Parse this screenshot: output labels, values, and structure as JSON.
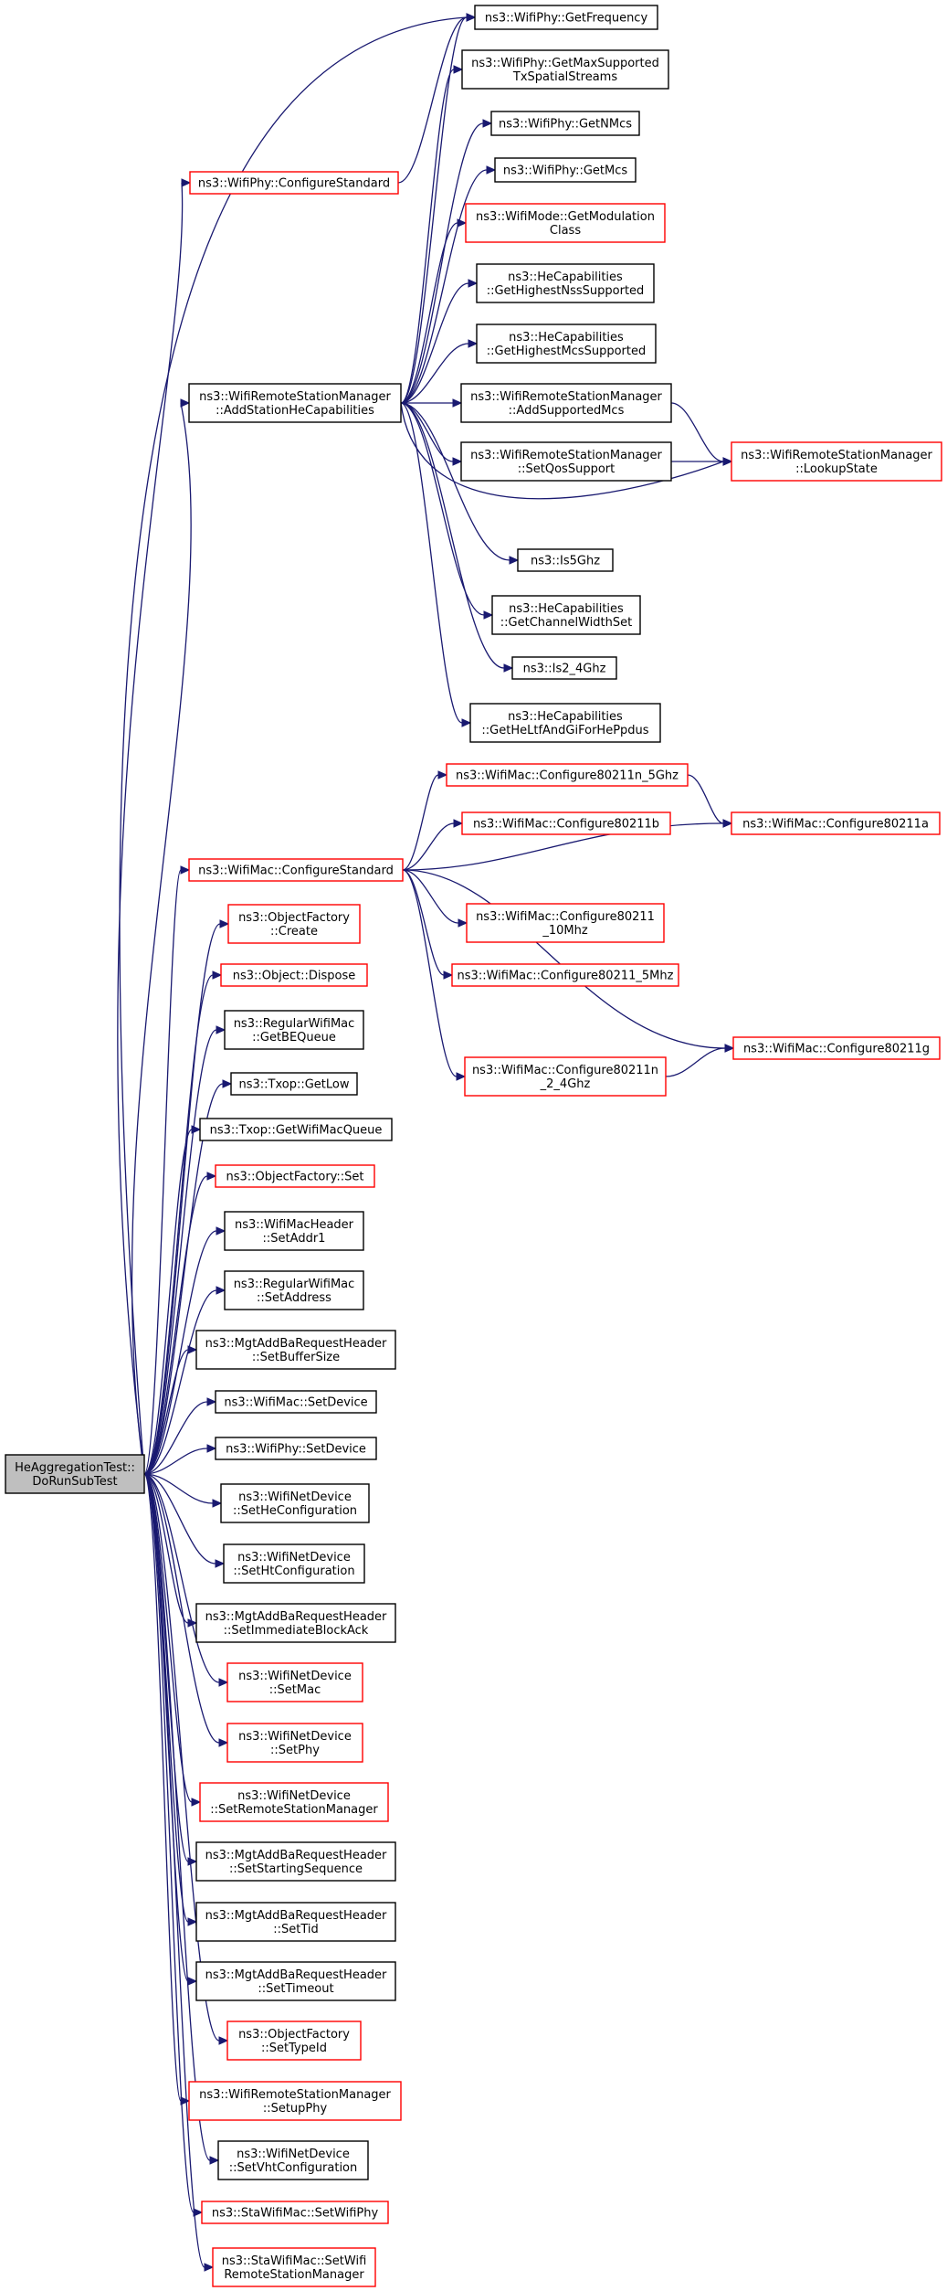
{
  "colors": {
    "edge": "#191970",
    "node_border_normal": "#000000",
    "node_border_truncated": "#ff0000",
    "root_fill": "#bfbfbf"
  },
  "graph": {
    "nodes": [
      {
        "id": "root",
        "lines": [
          "HeAggregationTest::",
          "DoRunSubTest"
        ],
        "kind": "root"
      },
      {
        "id": "n_cfgstd_phy",
        "lines": [
          "ns3::WifiPhy::ConfigureStandard"
        ],
        "kind": "red"
      },
      {
        "id": "n_getfreq",
        "lines": [
          "ns3::WifiPhy::GetFrequency"
        ],
        "kind": "black"
      },
      {
        "id": "n_getmaxss",
        "lines": [
          "ns3::WifiPhy::GetMaxSupported",
          "TxSpatialStreams"
        ],
        "kind": "black"
      },
      {
        "id": "n_getnmcs",
        "lines": [
          "ns3::WifiPhy::GetNMcs"
        ],
        "kind": "black"
      },
      {
        "id": "n_getmcs",
        "lines": [
          "ns3::WifiPhy::GetMcs"
        ],
        "kind": "black"
      },
      {
        "id": "n_getmodclass",
        "lines": [
          "ns3::WifiMode::GetModulation",
          "Class"
        ],
        "kind": "red"
      },
      {
        "id": "n_highnss",
        "lines": [
          "ns3::HeCapabilities",
          "::GetHighestNssSupported"
        ],
        "kind": "black"
      },
      {
        "id": "n_highmcs",
        "lines": [
          "ns3::HeCapabilities",
          "::GetHighestMcsSupported"
        ],
        "kind": "black"
      },
      {
        "id": "n_addhecap",
        "lines": [
          "ns3::WifiRemoteStationManager",
          "::AddStationHeCapabilities"
        ],
        "kind": "black"
      },
      {
        "id": "n_addsupmcs",
        "lines": [
          "ns3::WifiRemoteStationManager",
          "::AddSupportedMcs"
        ],
        "kind": "black"
      },
      {
        "id": "n_setqos",
        "lines": [
          "ns3::WifiRemoteStationManager",
          "::SetQosSupport"
        ],
        "kind": "black"
      },
      {
        "id": "n_lookup",
        "lines": [
          "ns3::WifiRemoteStationManager",
          "::LookupState"
        ],
        "kind": "red"
      },
      {
        "id": "n_is5ghz",
        "lines": [
          "ns3::Is5Ghz"
        ],
        "kind": "black"
      },
      {
        "id": "n_chwidth",
        "lines": [
          "ns3::HeCapabilities",
          "::GetChannelWidthSet"
        ],
        "kind": "black"
      },
      {
        "id": "n_is24ghz",
        "lines": [
          "ns3::Is2_4Ghz"
        ],
        "kind": "black"
      },
      {
        "id": "n_heltf",
        "lines": [
          "ns3::HeCapabilities",
          "::GetHeLtfAndGiForHePpdus"
        ],
        "kind": "black"
      },
      {
        "id": "n_cfg_n5",
        "lines": [
          "ns3::WifiMac::Configure80211n_5Ghz"
        ],
        "kind": "red"
      },
      {
        "id": "n_cfg_b",
        "lines": [
          "ns3::WifiMac::Configure80211b"
        ],
        "kind": "red"
      },
      {
        "id": "n_cfg_a",
        "lines": [
          "ns3::WifiMac::Configure80211a"
        ],
        "kind": "red"
      },
      {
        "id": "n_cfgstd_mac",
        "lines": [
          "ns3::WifiMac::ConfigureStandard"
        ],
        "kind": "red"
      },
      {
        "id": "n_cfg_10",
        "lines": [
          "ns3::WifiMac::Configure80211",
          "_10Mhz"
        ],
        "kind": "red"
      },
      {
        "id": "n_cfg_5",
        "lines": [
          "ns3::WifiMac::Configure80211_5Mhz"
        ],
        "kind": "red"
      },
      {
        "id": "n_cfg_g",
        "lines": [
          "ns3::WifiMac::Configure80211g"
        ],
        "kind": "red"
      },
      {
        "id": "n_cfg_n24",
        "lines": [
          "ns3::WifiMac::Configure80211n",
          "_2_4Ghz"
        ],
        "kind": "red"
      },
      {
        "id": "n_of_create",
        "lines": [
          "ns3::ObjectFactory",
          "::Create"
        ],
        "kind": "red"
      },
      {
        "id": "n_obj_dispose",
        "lines": [
          "ns3::Object::Dispose"
        ],
        "kind": "red"
      },
      {
        "id": "n_getbequeue",
        "lines": [
          "ns3::RegularWifiMac",
          "::GetBEQueue"
        ],
        "kind": "black"
      },
      {
        "id": "n_txop_getlow",
        "lines": [
          "ns3::Txop::GetLow"
        ],
        "kind": "black"
      },
      {
        "id": "n_txop_getq",
        "lines": [
          "ns3::Txop::GetWifiMacQueue"
        ],
        "kind": "black"
      },
      {
        "id": "n_of_set",
        "lines": [
          "ns3::ObjectFactory::Set"
        ],
        "kind": "red"
      },
      {
        "id": "n_setaddr1",
        "lines": [
          "ns3::WifiMacHeader",
          "::SetAddr1"
        ],
        "kind": "black"
      },
      {
        "id": "n_setaddress",
        "lines": [
          "ns3::RegularWifiMac",
          "::SetAddress"
        ],
        "kind": "black"
      },
      {
        "id": "n_setbufsize",
        "lines": [
          "ns3::MgtAddBaRequestHeader",
          "::SetBufferSize"
        ],
        "kind": "black"
      },
      {
        "id": "n_mac_setdev",
        "lines": [
          "ns3::WifiMac::SetDevice"
        ],
        "kind": "black"
      },
      {
        "id": "n_phy_setdev",
        "lines": [
          "ns3::WifiPhy::SetDevice"
        ],
        "kind": "black"
      },
      {
        "id": "n_sethecfg",
        "lines": [
          "ns3::WifiNetDevice",
          "::SetHeConfiguration"
        ],
        "kind": "black"
      },
      {
        "id": "n_sethtcfg",
        "lines": [
          "ns3::WifiNetDevice",
          "::SetHtConfiguration"
        ],
        "kind": "black"
      },
      {
        "id": "n_setimmba",
        "lines": [
          "ns3::MgtAddBaRequestHeader",
          "::SetImmediateBlockAck"
        ],
        "kind": "black"
      },
      {
        "id": "n_setmac",
        "lines": [
          "ns3::WifiNetDevice",
          "::SetMac"
        ],
        "kind": "red"
      },
      {
        "id": "n_setphy",
        "lines": [
          "ns3::WifiNetDevice",
          "::SetPhy"
        ],
        "kind": "red"
      },
      {
        "id": "n_setrsm",
        "lines": [
          "ns3::WifiNetDevice",
          "::SetRemoteStationManager"
        ],
        "kind": "red"
      },
      {
        "id": "n_setstartseq",
        "lines": [
          "ns3::MgtAddBaRequestHeader",
          "::SetStartingSequence"
        ],
        "kind": "black"
      },
      {
        "id": "n_settid",
        "lines": [
          "ns3::MgtAddBaRequestHeader",
          "::SetTid"
        ],
        "kind": "black"
      },
      {
        "id": "n_settimeout",
        "lines": [
          "ns3::MgtAddBaRequestHeader",
          "::SetTimeout"
        ],
        "kind": "black"
      },
      {
        "id": "n_of_settypeid",
        "lines": [
          "ns3::ObjectFactory",
          "::SetTypeId"
        ],
        "kind": "red"
      },
      {
        "id": "n_setupphy",
        "lines": [
          "ns3::WifiRemoteStationManager",
          "::SetupPhy"
        ],
        "kind": "red"
      },
      {
        "id": "n_setvhtcfg",
        "lines": [
          "ns3::WifiNetDevice",
          "::SetVhtConfiguration"
        ],
        "kind": "black"
      },
      {
        "id": "n_sta_setphy",
        "lines": [
          "ns3::StaWifiMac::SetWifiPhy"
        ],
        "kind": "red"
      },
      {
        "id": "n_sta_setrsm",
        "lines": [
          "ns3::StaWifiMac::SetWifi",
          "RemoteStationManager"
        ],
        "kind": "red"
      }
    ],
    "edges": [
      [
        "root",
        "n_cfgstd_phy"
      ],
      [
        "root",
        "n_addhecap"
      ],
      [
        "root",
        "n_cfgstd_mac"
      ],
      [
        "root",
        "n_of_create"
      ],
      [
        "root",
        "n_obj_dispose"
      ],
      [
        "root",
        "n_getbequeue"
      ],
      [
        "root",
        "n_txop_getlow"
      ],
      [
        "root",
        "n_txop_getq"
      ],
      [
        "root",
        "n_of_set"
      ],
      [
        "root",
        "n_setaddr1"
      ],
      [
        "root",
        "n_setaddress"
      ],
      [
        "root",
        "n_setbufsize"
      ],
      [
        "root",
        "n_mac_setdev"
      ],
      [
        "root",
        "n_phy_setdev"
      ],
      [
        "root",
        "n_sethecfg"
      ],
      [
        "root",
        "n_sethtcfg"
      ],
      [
        "root",
        "n_setimmba"
      ],
      [
        "root",
        "n_setmac"
      ],
      [
        "root",
        "n_setphy"
      ],
      [
        "root",
        "n_setrsm"
      ],
      [
        "root",
        "n_setstartseq"
      ],
      [
        "root",
        "n_settid"
      ],
      [
        "root",
        "n_settimeout"
      ],
      [
        "root",
        "n_of_settypeid"
      ],
      [
        "root",
        "n_setupphy"
      ],
      [
        "root",
        "n_setvhtcfg"
      ],
      [
        "root",
        "n_sta_setphy"
      ],
      [
        "root",
        "n_sta_setrsm"
      ],
      [
        "root",
        "n_getfreq"
      ],
      [
        "n_cfgstd_phy",
        "n_getfreq"
      ],
      [
        "n_addhecap",
        "n_getfreq"
      ],
      [
        "n_addhecap",
        "n_getmaxss"
      ],
      [
        "n_addhecap",
        "n_getnmcs"
      ],
      [
        "n_addhecap",
        "n_getmcs"
      ],
      [
        "n_addhecap",
        "n_getmodclass"
      ],
      [
        "n_addhecap",
        "n_highnss"
      ],
      [
        "n_addhecap",
        "n_highmcs"
      ],
      [
        "n_addhecap",
        "n_addsupmcs"
      ],
      [
        "n_addhecap",
        "n_setqos"
      ],
      [
        "n_addhecap",
        "n_lookup"
      ],
      [
        "n_addhecap",
        "n_is5ghz"
      ],
      [
        "n_addhecap",
        "n_chwidth"
      ],
      [
        "n_addhecap",
        "n_is24ghz"
      ],
      [
        "n_addhecap",
        "n_heltf"
      ],
      [
        "n_addsupmcs",
        "n_lookup"
      ],
      [
        "n_setqos",
        "n_lookup"
      ],
      [
        "n_cfgstd_mac",
        "n_cfg_n5"
      ],
      [
        "n_cfgstd_mac",
        "n_cfg_b"
      ],
      [
        "n_cfgstd_mac",
        "n_cfg_a"
      ],
      [
        "n_cfgstd_mac",
        "n_cfg_10"
      ],
      [
        "n_cfgstd_mac",
        "n_cfg_5"
      ],
      [
        "n_cfgstd_mac",
        "n_cfg_g"
      ],
      [
        "n_cfgstd_mac",
        "n_cfg_n24"
      ],
      [
        "n_cfg_n5",
        "n_cfg_a"
      ],
      [
        "n_cfg_n24",
        "n_cfg_g"
      ]
    ]
  }
}
